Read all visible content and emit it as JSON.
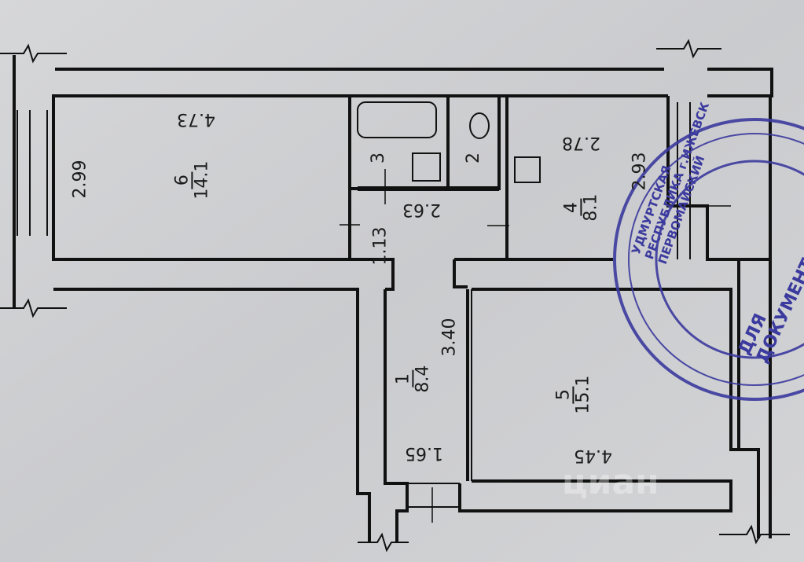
{
  "rooms": [
    {
      "number": "6",
      "area": "14.1"
    },
    {
      "number": "3"
    },
    {
      "number": "2"
    },
    {
      "number": "4",
      "area": "8.1"
    },
    {
      "number": "1",
      "area": "8.4"
    },
    {
      "number": "5",
      "area": "15.1"
    }
  ],
  "dimensions": {
    "room6_width": "4.73",
    "room6_depth": "2.99",
    "room4_width": "2.78",
    "room4_depth": "2.93",
    "bath_width": "2.63",
    "corridor_depth": "1.13",
    "hall_depth": "3.40",
    "hall_width": "1.65",
    "room5_width": "4.45"
  },
  "stamp": {
    "ring_text": "УДМУРТСКАЯ РЕСПУБЛИКА г.ИЖЕВСК ПЕРВОМАЙСКИЙ",
    "center_text": "ДЛЯ ДОКУМЕНТОВ",
    "color": "#3b3a9e"
  },
  "watermark": "циан"
}
